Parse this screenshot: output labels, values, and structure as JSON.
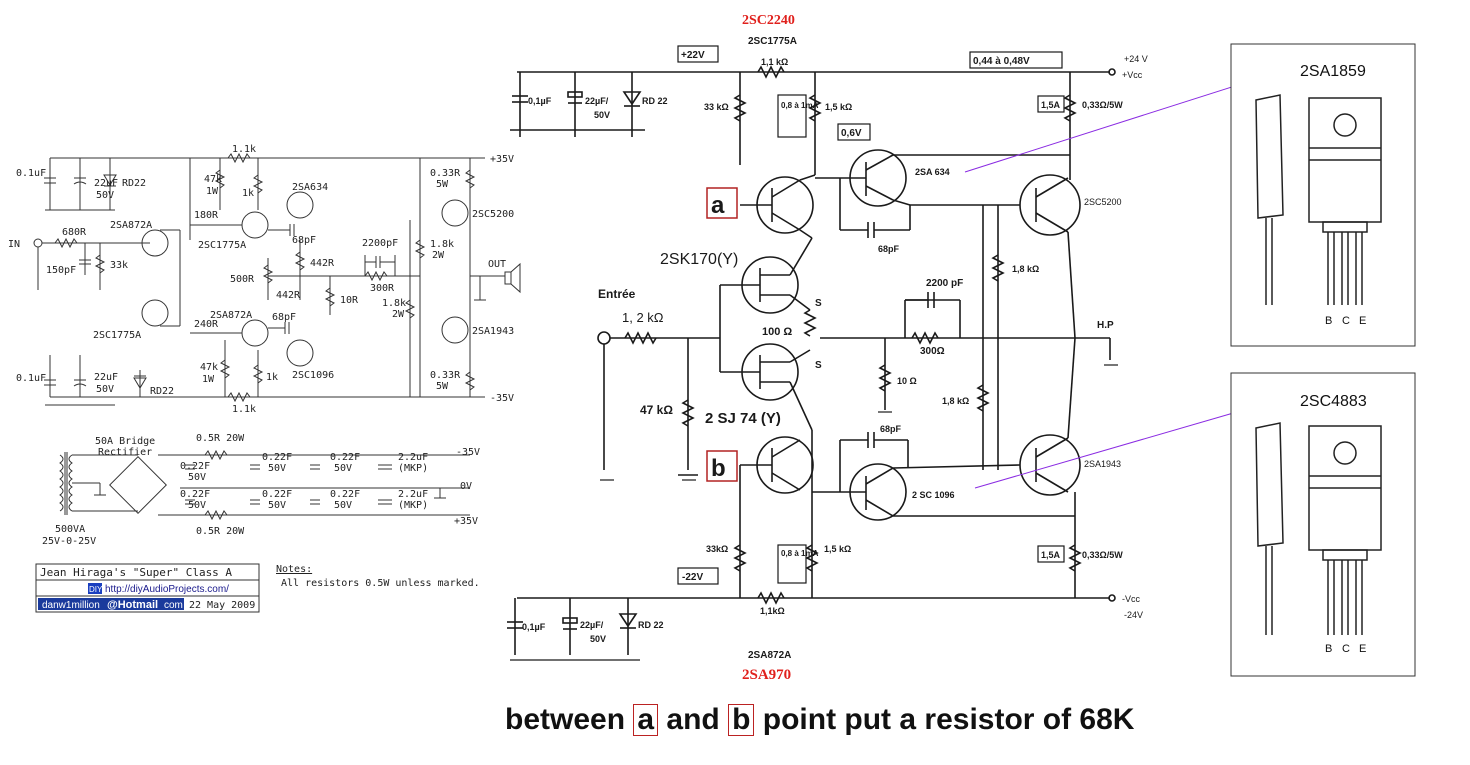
{
  "left_schematic": {
    "caps": {
      "c1": "0.1uF",
      "c2": "22uF",
      "c2v": "50V",
      "c3": "0.1uF",
      "c4": "22uF",
      "c4v": "50V",
      "c5": "150pF",
      "c6": "68pF",
      "c7": "68pF",
      "c8": "2200pF"
    },
    "diodes": {
      "d1": "RD22",
      "d2": "RD22"
    },
    "resistors": {
      "r_in": "680R",
      "r_33k": "33k",
      "r_1k1_top": "1.1k",
      "r_47k_top": "47k",
      "r_47k_top_w": "1W",
      "r_1k_top": "1k",
      "r_180": "180R",
      "r_240": "240R",
      "r_47k_bot": "47k",
      "r_47k_bot_w": "1W",
      "r_1k_bot": "1k",
      "r_1k1_bot": "1.1k",
      "r_442a": "442R",
      "r_442b": "442R",
      "pot": "500R",
      "r_10": "10R",
      "r_300": "300R",
      "r_1k8a": "1.8k",
      "r_1k8a_w": "2W",
      "r_1k8b": "1.8k",
      "r_1k8b_w": "2W",
      "r_033a": "0.33R",
      "r_033a_w": "5W",
      "r_033b": "0.33R",
      "r_033b_w": "5W"
    },
    "transistors": {
      "q_2sa872a_top": "2SA872A",
      "q_2sc1775a_left": "2SC1775A",
      "q_2sc1775a_mid": "2SC1775A",
      "q_2sa872a_mid": "2SA872A",
      "q_2sa634": "2SA634",
      "q_2sc1096": "2SC1096",
      "q_2sc5200": "2SC5200",
      "q_2sa1943": "2SA1943"
    },
    "rails": {
      "pos": "+35V",
      "neg": "-35V"
    },
    "io": {
      "in": "IN",
      "out": "OUT"
    }
  },
  "psu": {
    "bridge": "50A Bridge",
    "bridge2": "Rectifier",
    "transformer": "500VA",
    "transformer2": "25V-0-25V",
    "r_top": "0.5R 20W",
    "r_bot": "0.5R 20W",
    "cap_022": "0.22F",
    "cap_50v": "50V",
    "cap_22": "2.2uF",
    "mkp": "(MKP)",
    "out_neg": "-35V",
    "out_zero": "0V",
    "out_pos": "+35V"
  },
  "credits": {
    "title": "Jean Hiraga's \"Super\" Class A",
    "diy": "DIY",
    "url": "http://diyAudioProjects.com/",
    "email_user": "danw1million",
    "email_domain": "Hotmail",
    "email_tld": "com",
    "date": "22 May 2009",
    "notes_label": "Notes:",
    "notes_text": "All resistors 0.5W unless marked."
  },
  "main_schematic": {
    "top_red": "2SC2240",
    "top_orig": "2SC1775A",
    "bot_red": "2SA970",
    "bot_orig": "2SA872A",
    "v22_pos": "+22V",
    "v22_neg": "-22V",
    "vbias": "0,44 à 0,48V",
    "vcc_pos": "+24 V",
    "vcc_pos2": "+Vcc",
    "vcc_neg": "-Vcc",
    "vcc_neg2": "-24V",
    "c_01": "0,1µF",
    "c_22": "22µF/",
    "c_22v": "50V",
    "rd22": "RD 22",
    "r_11_top": "1,1 kΩ",
    "r_33_top": "33 kΩ",
    "r_15_top": "1,5 kΩ",
    "ma_top": "0,8 à 1mA",
    "v06": "0,6V",
    "q_2sa634": "2SA 634",
    "c_68_top": "68pF",
    "a_label": "a",
    "b_label": "b",
    "jfet_n": "2SK170(Y)",
    "jfet_p": "2 SJ 74 (Y)",
    "entree": "Entrée",
    "r_12k": "1, 2 kΩ",
    "r_47k": "47 kΩ",
    "pot_100": "100 Ω",
    "s1": "S",
    "s2": "S",
    "c_2200": "2200 pF",
    "r_300": "300Ω",
    "r_10": "10 Ω",
    "r_18_top": "1,8 kΩ",
    "r_18_bot": "1,8 kΩ",
    "hp": "H.P",
    "q_2sc5200": "2SC5200",
    "q_2sa1943": "2SA1943",
    "q_2sc1096": "2 SC 1096",
    "c_68_bot": "68pF",
    "r_33_bot": "33kΩ",
    "r_15_bot": "1,5 kΩ",
    "ma_bot": "0,8 à 1mA",
    "r_11_bot": "1,1kΩ",
    "i15a_top": "1,5A",
    "r_033_top": "0,33Ω/5W",
    "i15a_bot": "1,5A",
    "r_033_bot": "0,33Ω/5W"
  },
  "packages": [
    {
      "part": "2SA1859",
      "pins": [
        "B",
        "C",
        "E"
      ]
    },
    {
      "part": "2SC4883",
      "pins": [
        "B",
        "C",
        "E"
      ]
    }
  ],
  "footnote": {
    "pre": "between",
    "a": "a",
    "mid": "and",
    "b": "b",
    "post": "point put a resistor of 68K"
  },
  "colors": {
    "ink": "#222222",
    "red_label": "#e0201c",
    "pointer": "#8a2be2",
    "box_red": "#b22222"
  }
}
